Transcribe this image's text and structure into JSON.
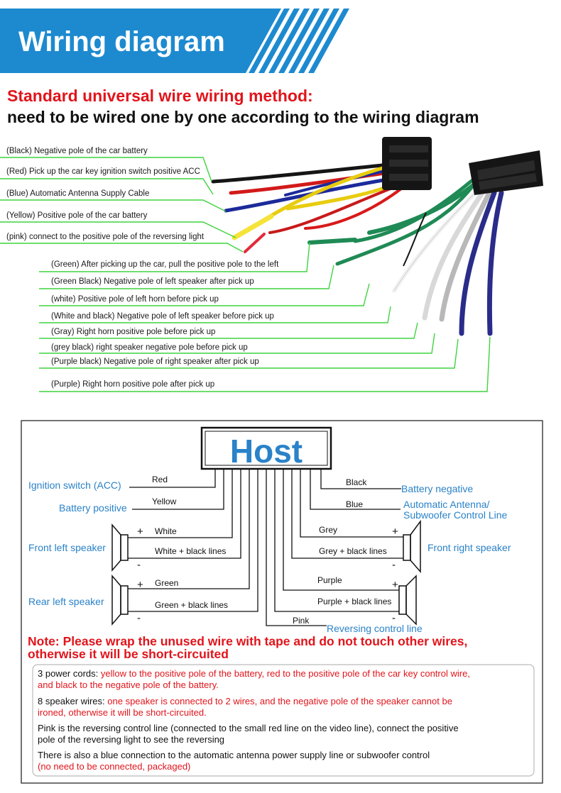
{
  "header": {
    "title": "Wiring diagram",
    "subtitle_red": "Standard universal wire wiring method:",
    "subtitle_black": "need to be wired one by one according to the wiring diagram"
  },
  "harness": {
    "left_labels": [
      "(Black) Negative pole of the car battery",
      "(Red) Pick up the car key ignition switch positive ACC",
      "(Blue) Automatic Antenna Supply Cable",
      "(Yellow) Positive pole of the car battery",
      "(pink) connect to the positive pole of the reversing light"
    ],
    "right_labels": [
      "(Green) After picking up the car, pull the positive pole to the left",
      "(Green Black) Negative pole of left speaker after pick up",
      "(white) Positive pole of left horn before pick up",
      "(White and black) Negative pole of left speaker before pick up",
      "(Gray) Right horn positive pole before pick up",
      "(grey black) right speaker negative pole before pick up",
      "(Purple black) Negative pole of right speaker after pick up",
      "(Purple) Right horn positive pole after pick up"
    ]
  },
  "schematic": {
    "host_label": "Host",
    "left_groups": [
      {
        "label": "Ignition switch (ACC)",
        "wire": "Red"
      },
      {
        "label": "Battery positive",
        "wire": "Yellow"
      }
    ],
    "right_groups": [
      {
        "label": "Battery negative",
        "wire": "Black"
      },
      {
        "label_line1": "Automatic Antenna/",
        "label_line2": "Subwoofer Control Line",
        "wire": "Blue"
      }
    ],
    "speakers": {
      "front_left": {
        "label": "Front left speaker",
        "pos_wire": "White",
        "neg_wire": "White + black lines"
      },
      "rear_left": {
        "label": "Rear left speaker",
        "pos_wire": "Green",
        "neg_wire": "Green + black lines"
      },
      "front_right": {
        "label": "Front right speaker",
        "pos_wire": "Grey",
        "neg_wire": "Grey + black lines"
      },
      "rear_right": {
        "pos_wire": "Purple",
        "neg_wire": "Purple + black lines"
      }
    },
    "plus": "+",
    "minus": "-",
    "pink_wire": "Pink",
    "reversing": "Reversing control line"
  },
  "note": {
    "line1": "Note: Please wrap the unused wire with tape and do not touch other wires,",
    "line2": "otherwise it will be short-circuited"
  },
  "info": {
    "p1_black": "3 power cords: ",
    "p1_red_line1": "yellow to the positive pole of the battery, red to the positive pole of the car key control wire,",
    "p1_red_line2": "and black to the negative pole of the battery.",
    "p2_black": "8 speaker wires: ",
    "p2_red_line1": "one speaker is connected to 2 wires, and the negative pole of the speaker cannot be",
    "p2_red_line2": "ironed, otherwise it will be short-circuited.",
    "p3_line1": "Pink is the reversing control line (connected to the small red line on the video line), connect the positive",
    "p3_line2": "pole of the reversing light to see the reversing",
    "p4_line1": "There is also a blue connection to the automatic antenna power supply line or subwoofer control",
    "p4_red_line2": "(no need to be connected, packaged)"
  },
  "colors": {
    "banner_blue": "#1d8ad0",
    "accent_red": "#e1141b",
    "guide_green": "#3fd43f",
    "label_blue": "#2a82c8"
  }
}
